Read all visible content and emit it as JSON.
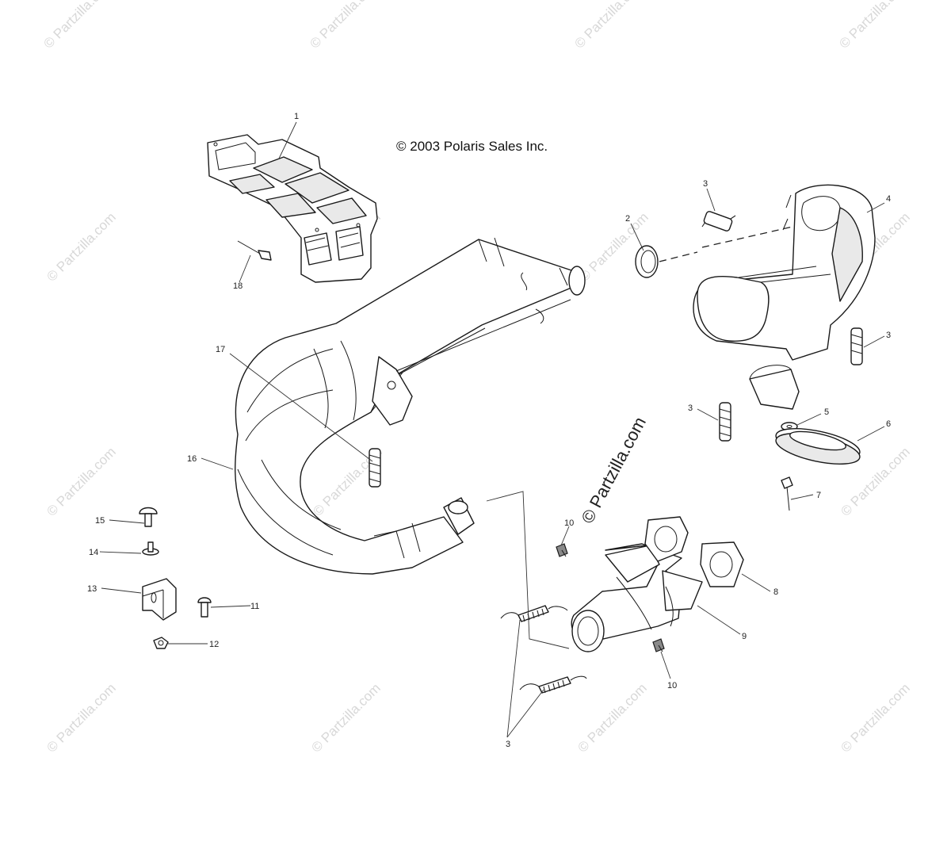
{
  "copyright": "© 2003 Polaris Sales Inc.",
  "watermark": "© Partzilla.com",
  "callouts": [
    "1",
    "2",
    "3",
    "4",
    "3",
    "18",
    "17",
    "16",
    "3",
    "5",
    "6",
    "7",
    "15",
    "14",
    "10",
    "8",
    "13",
    "11",
    "9",
    "12",
    "10",
    "3"
  ]
}
